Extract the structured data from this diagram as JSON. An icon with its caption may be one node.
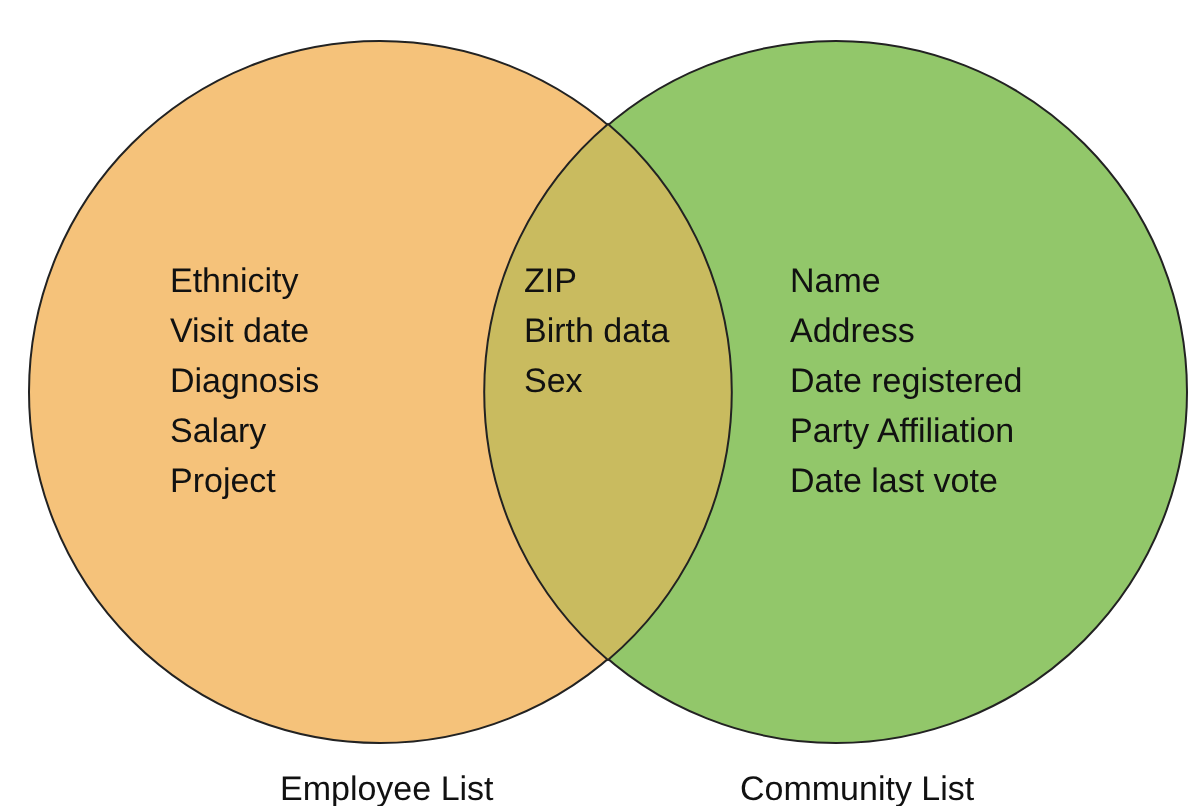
{
  "diagram": {
    "nodes": [
      {
        "text": [
          "Employee List",
          "Ethnicity",
          "Visit date",
          "Diagnosis",
          "Salary",
          "Project"
        ]
      },
      {
        "text": [
          "Community List",
          "Name",
          "Address",
          "Date registered",
          "Party Affiliation",
          "Date last vote"
        ]
      },
      {
        "text": [
          "ZIP",
          "Birth data",
          "Sex"
        ]
      }
    ]
  }
}
